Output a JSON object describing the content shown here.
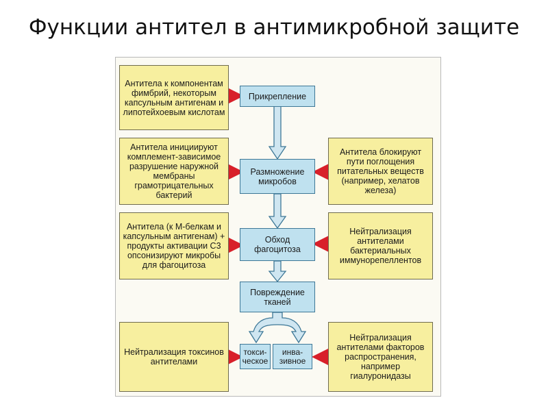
{
  "title": "Функции антител в антимикробной защите",
  "colors": {
    "yellow_box": "#f7ef9f",
    "blue_box": "#bfe1ef",
    "red_arrow": "#d8202a",
    "blue_arrow": "#cfe6f1"
  },
  "diagram": {
    "center": {
      "attachment": "Прикрепление",
      "multiplication": "Размножение микробов",
      "phagocytosis_evasion": "Обход фагоцитоза",
      "tissue_damage": "Повреждение тканей",
      "toxic": "токси-ческое",
      "invasive": "инва-зивное"
    },
    "left": {
      "fimbriae": "Антитела к компонентам фимбрий, некоторым капсульным антигенам и липотейхоевым кислотам",
      "complement": "Антитела инициируют комплемент-зависимое разрушение наружной мембраны грамотрицательных бактерий",
      "opsonization": "Антитела (к М-белкам и капсульным антигенам) + продукты активации С3 опсонизируют микробы для фагоцитоза",
      "toxin_neutralization": "Нейтрализация токсинов антителами"
    },
    "right": {
      "nutrient_block": "Антитела блокируют пути поглощения питательных веществ (например, хелатов железа)",
      "immunorepellent": "Нейтрализация антителами бактериальных иммунорепеллентов",
      "spreading_factors": "Нейтрализация антителами факторов распространения, например гиалуронидазы"
    }
  }
}
